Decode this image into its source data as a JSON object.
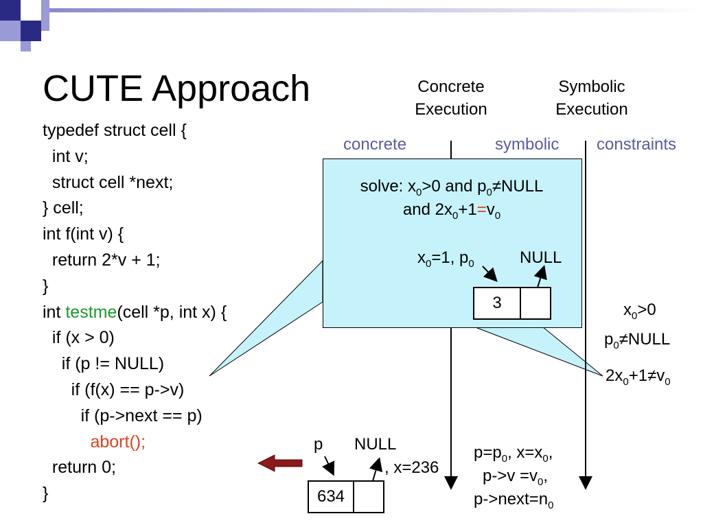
{
  "colors": {
    "deco_dark": "#2a2a85",
    "deco_light": "#9a9ad6",
    "callout_fill": "#c6f3fb",
    "keyword_green": "#1a9a2a",
    "abort_red": "#e0401e",
    "header_blue": "#5a5aa6",
    "arrow_red": "#8b1a1a"
  },
  "slide": {
    "title": "CUTE Approach"
  },
  "code": {
    "lines": [
      "typedef struct cell {",
      "  int v;",
      "  struct cell *next;",
      "} cell;",
      "int f(int v) {",
      "  return 2*v + 1;",
      "}"
    ],
    "testme_prefix": "int ",
    "testme_name": "testme",
    "testme_suffix": "(cell *p, int x) {",
    "lines2": [
      "  if (x > 0)",
      "    if (p != NULL)",
      "      if (f(x) == p->v)",
      "        if (p->next == p)"
    ],
    "abort_line": "          abort();",
    "lines3": [
      "  return 0;",
      "}"
    ]
  },
  "headers": {
    "concrete_exec": [
      "Concrete",
      "Execution"
    ],
    "symbolic_exec": [
      "Symbolic",
      "Execution"
    ],
    "col_concrete": "concrete",
    "col_symbolic": "symbolic",
    "col_constraints": "constraints"
  },
  "callout": {
    "solve_prefix": "solve: x",
    "solve_mid": ">0 and p",
    "solve_end": "≠NULL",
    "and_prefix": "and 2x",
    "and_mid": "+1",
    "eq": "=",
    "v": "v",
    "sub0": "0",
    "assign_a": "x",
    "assign_b": "=1, p",
    "null_label": "NULL",
    "cell_value": "3"
  },
  "constraints": {
    "c1_a": "x",
    "c1_b": ">0",
    "c2_a": "p",
    "c2_b": "≠NULL",
    "c3_a": "2x",
    "c3_b": "+1≠v",
    "sub0": "0"
  },
  "bottom": {
    "p_label": "p",
    "null_label": "NULL",
    "x_label": ", x=236",
    "cell_value": "634"
  },
  "symbolic_state": {
    "l1a": "p=p",
    "l1b": ", x=x",
    "l1c": ",",
    "l2a": "p->v =v",
    "l2b": ",",
    "l3a": "p->next=n",
    "sub0": "0"
  }
}
